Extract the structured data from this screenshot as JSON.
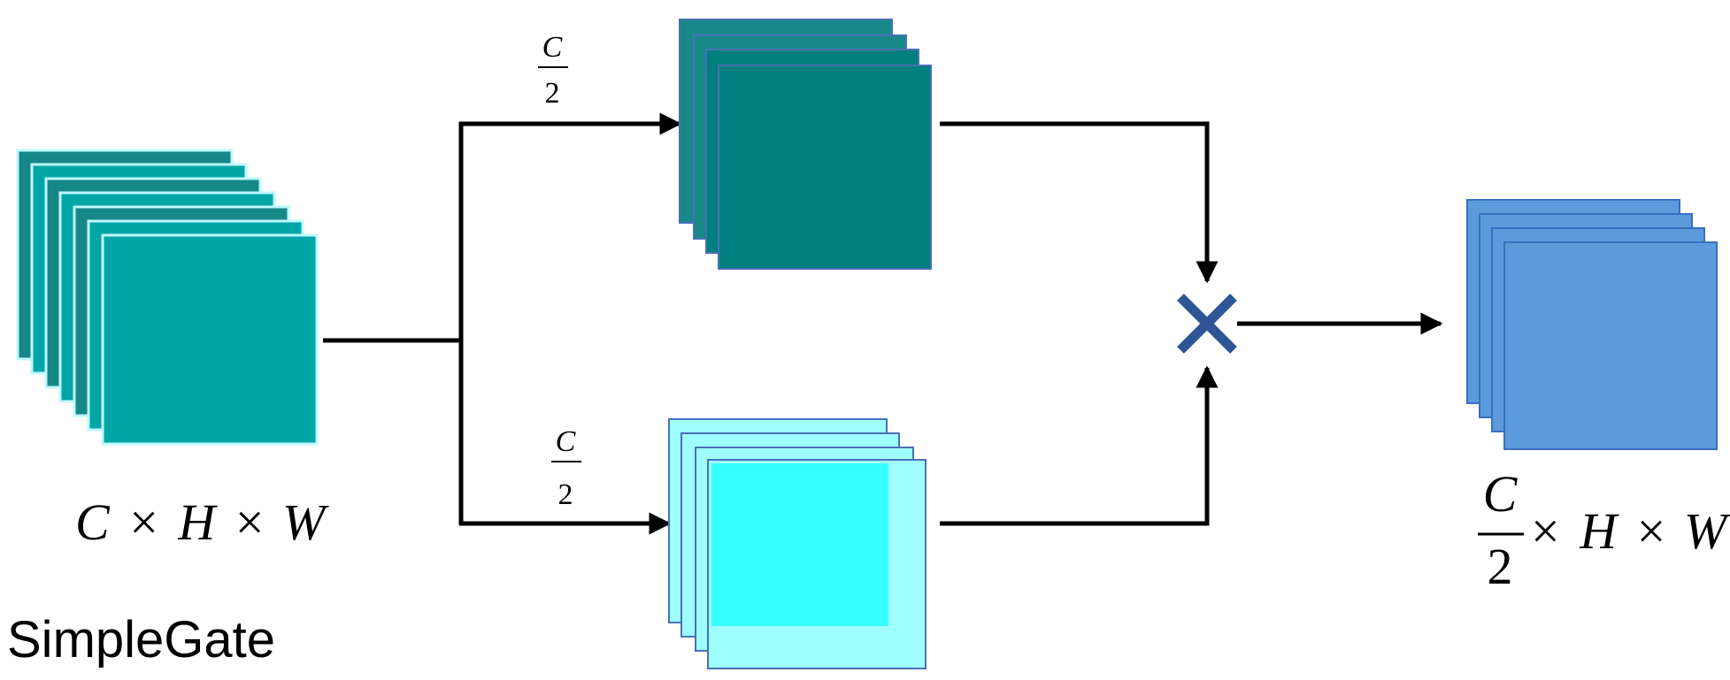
{
  "title": "SimpleGate",
  "input": {
    "C": "C",
    "H": "H",
    "W": "W",
    "times": "×"
  },
  "branch_top": {
    "numerator": "C",
    "denominator": "2"
  },
  "branch_bottom": {
    "numerator": "C",
    "denominator": "2"
  },
  "multiply_symbol": "×",
  "output": {
    "numerator": "C",
    "denominator": "2",
    "H": "H",
    "W": "W",
    "times": "×"
  },
  "colors": {
    "input_front": "#00A6A6",
    "input_back": "#178888",
    "input_outline": "#BFF8FF",
    "top_feature": "#007F7F",
    "top_outline": "#4A70B8",
    "bottom_feature": "#36FFFF",
    "bottom_outline": "#4A70B8",
    "output_feature": "#5B9BDB",
    "output_outline": "#3A6FC0",
    "multiply": "#2F5597",
    "line": "#000000"
  }
}
